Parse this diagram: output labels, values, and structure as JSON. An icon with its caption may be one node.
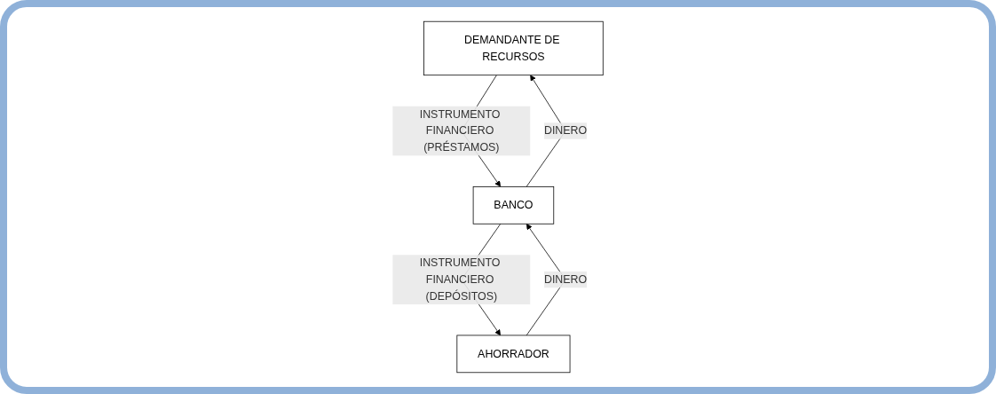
{
  "diagram": {
    "nodes": [
      {
        "text": [
          "DEMANDANTE DE RECURSOS"
        ]
      },
      {
        "text": [
          "AHORRADOR"
        ]
      },
      {
        "text": [
          "BANCO"
        ]
      }
    ],
    "edges": [
      {
        "from": 0,
        "to": 2,
        "arrow": "to",
        "label": "INSTRUMENTO FINANCIERO (PRÉSTAMOS)"
      },
      {
        "from": 2,
        "to": 0,
        "arrow": "to",
        "label": "DINERO"
      },
      {
        "from": 1,
        "to": 2,
        "arrow": "to",
        "label": "DINERO"
      },
      {
        "from": 2,
        "to": 1,
        "arrow": "to",
        "label": "INSTRUMENTO FINANCIERO (DEPÓSITOS)"
      }
    ]
  }
}
